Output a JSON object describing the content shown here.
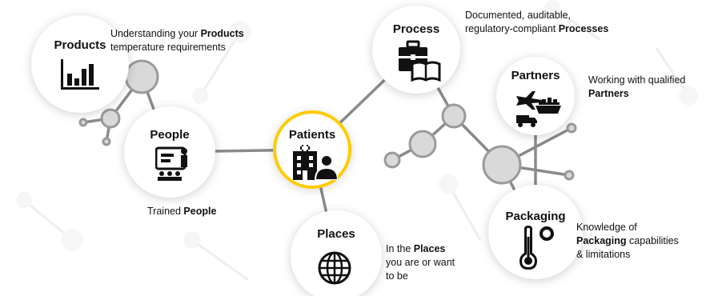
{
  "nodes": {
    "products": {
      "title": "Products",
      "icon": "bar-chart-icon"
    },
    "people": {
      "title": "People",
      "icon": "presentation-board-icon"
    },
    "patients": {
      "title": "Patients",
      "icon": "hospital-patient-icon"
    },
    "places": {
      "title": "Places",
      "icon": "globe-icon"
    },
    "process": {
      "title": "Process",
      "icon": "briefcase-book-icon"
    },
    "partners": {
      "title": "Partners",
      "icon": "plane-ship-truck-icon"
    },
    "packaging": {
      "title": "Packaging",
      "icon": "thermometer-degree-icon"
    }
  },
  "captions": {
    "products": {
      "pre": "Understanding your ",
      "bold": "Products",
      "post": "temperature requirements"
    },
    "people": {
      "pre": "Trained ",
      "bold": "People"
    },
    "places": {
      "pre": "In the ",
      "bold": "Places",
      "post1": "you are or want",
      "post2": "to be"
    },
    "process": {
      "pre": "Documented, auditable,",
      "pre2": "regulatory-compliant ",
      "bold": "Processes"
    },
    "partners": {
      "pre": "Working with qualified",
      "bold": "Partners"
    },
    "packaging": {
      "pre": "Knowledge of",
      "bold": "Packaging",
      "post": " capabilities",
      "post2": "& limitations"
    }
  },
  "colors": {
    "accent_ring": "#FFCC00",
    "connector": "#8a8a8a",
    "molecule_fill": "#d9d9d9",
    "molecule_stroke": "#9a9a9a",
    "icon": "#111111"
  }
}
